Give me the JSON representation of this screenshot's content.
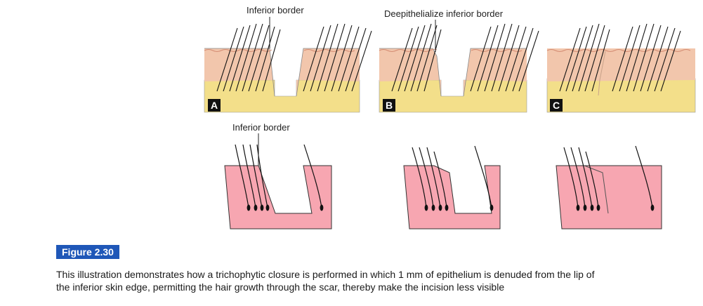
{
  "figure": {
    "labels": {
      "inferior_border_top": "Inferior border",
      "deepithelialize": "Deepithelialize inferior border",
      "inferior_border_bottom": "Inferior border"
    },
    "panels": [
      "A",
      "B",
      "C"
    ],
    "badge": "Figure 2.30",
    "caption_line1": "This illustration demonstrates how a trichophytic closure is performed in which 1 mm of epithelium is denuded from the lip of",
    "caption_line2": "the inferior skin edge, permitting the hair growth through the scar, thereby make the incision less visible"
  },
  "colors": {
    "dermis": "#f2c6ac",
    "fat": "#f3df8a",
    "pink": "#f7a6b1",
    "hair": "#111111",
    "badge": "#1f57b8"
  }
}
